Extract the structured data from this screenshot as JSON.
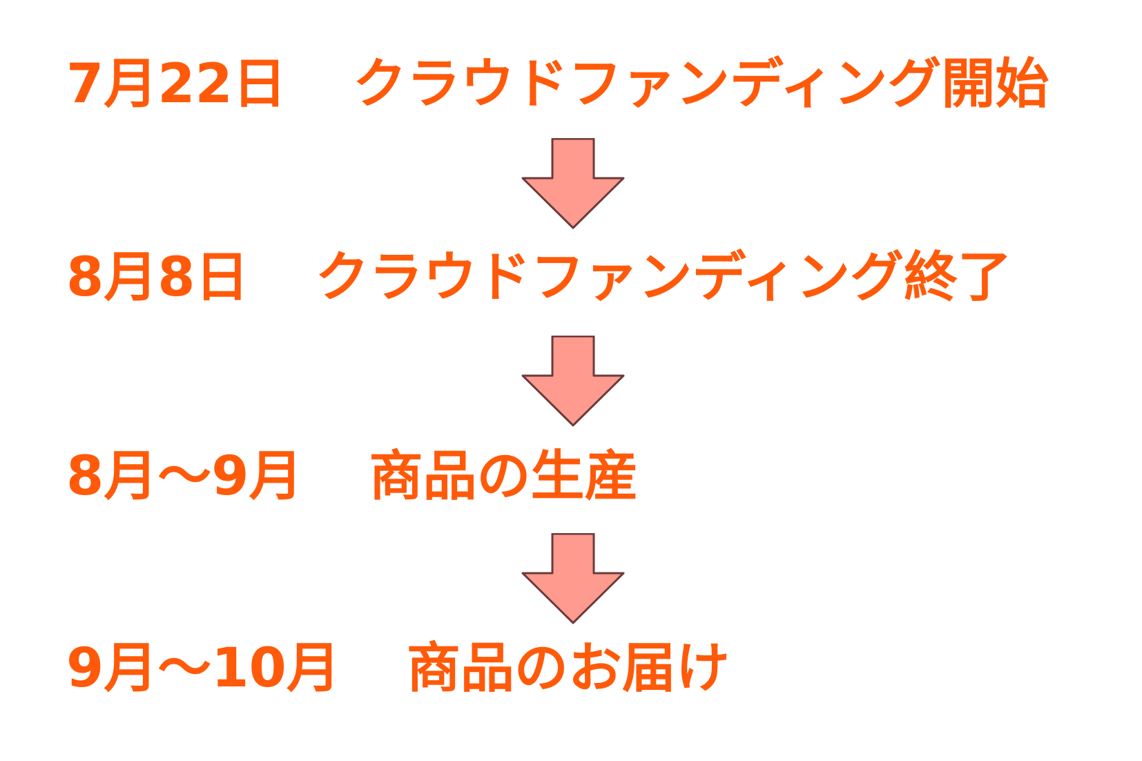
{
  "steps": [
    {
      "date": "7月22日",
      "label": "クラウドファンディング開始"
    },
    {
      "date": "8月8日",
      "label": "クラウドファンディング終了"
    },
    {
      "date": "8月〜9月",
      "label": "商品の生産"
    },
    {
      "date": "9月〜10月",
      "label": "商品のお届け"
    }
  ],
  "arrows": [
    {
      "icon": "down-arrow-icon"
    },
    {
      "icon": "down-arrow-icon"
    },
    {
      "icon": "down-arrow-icon"
    }
  ],
  "colors": {
    "text": "#ff5a0a",
    "arrow_fill": "#ff9a8e",
    "arrow_stroke": "#6a3b3b",
    "background": "#ffffff"
  }
}
